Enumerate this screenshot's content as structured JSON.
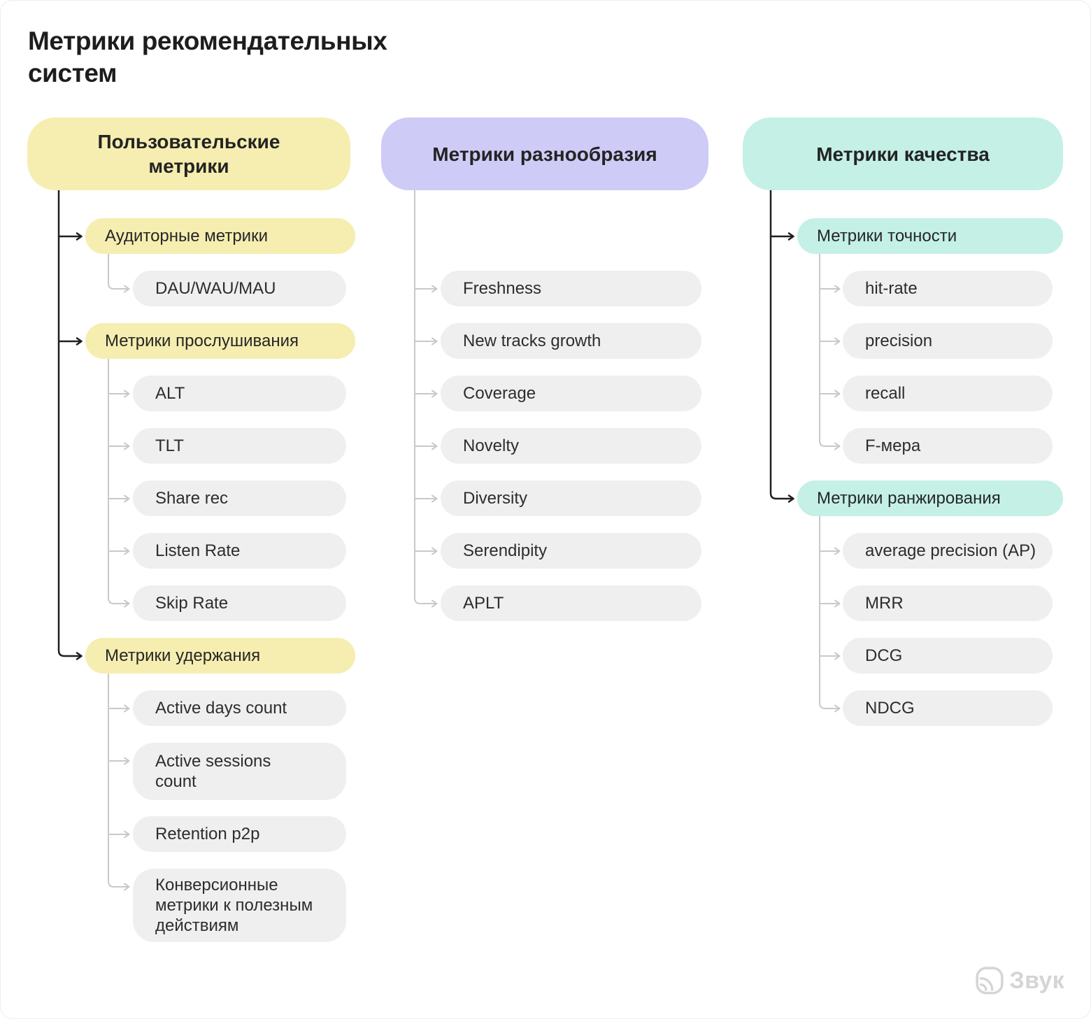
{
  "title": {
    "lines": [
      "Метрики рекомендательных",
      "систем"
    ]
  },
  "colors": {
    "user_metrics": "#F5EEB0",
    "diversity_metrics": "#CECBF7",
    "quality_metrics": "#C4F0E6",
    "item_gray": "#EFEFEF",
    "connector_black": "#1f1f1f",
    "connector_gray": "#c9c9c9",
    "text": "#262626",
    "logo_gray": "#d5d5d5"
  },
  "columns": [
    {
      "id": "user-metrics",
      "label": "Пользовательские метрики",
      "subcategories": [
        {
          "id": "audience-metrics",
          "label": "Аудиторные метрики",
          "items": [
            "DAU/WAU/MAU"
          ]
        },
        {
          "id": "listening-metrics",
          "label": "Метрики прослушивания",
          "items": [
            "ALT",
            "TLT",
            "Share rec",
            "Listen Rate",
            "Skip Rate"
          ]
        },
        {
          "id": "retention-metrics",
          "label": "Метрики удержания",
          "items": [
            "Active days count",
            "Active sessions count",
            "Retention p2p",
            "Конверсионные метрики к полезным действиям"
          ]
        }
      ]
    },
    {
      "id": "diversity-metrics",
      "label": "Метрики разнообразия",
      "items": [
        "Freshness",
        "New tracks growth",
        "Coverage",
        "Novelty",
        "Diversity",
        "Serendipity",
        "APLT"
      ]
    },
    {
      "id": "quality-metrics",
      "label": "Метрики качества",
      "subcategories": [
        {
          "id": "precision-metrics",
          "label": "Метрики точности",
          "items": [
            "hit-rate",
            "precision",
            "recall",
            "F-мера"
          ]
        },
        {
          "id": "ranking-metrics",
          "label": "Метрики ранжирования",
          "items": [
            "average precision (AP)",
            "MRR",
            "DCG",
            "NDCG"
          ]
        }
      ]
    }
  ],
  "footer": {
    "logo_text": "Звук",
    "logo_icon": "zvuk-sound-wave-icon"
  }
}
